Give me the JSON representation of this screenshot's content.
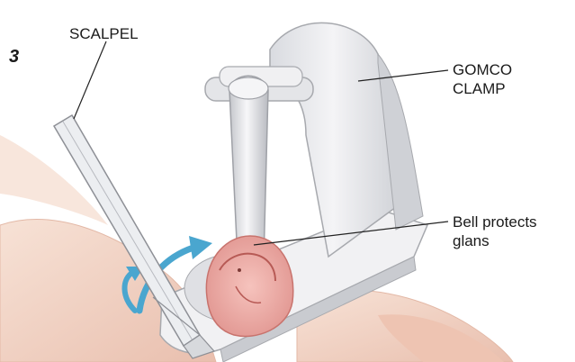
{
  "figure": {
    "step_number": "3",
    "labels": {
      "scalpel": "SCALPEL",
      "gomco_clamp": "GOMCO\nCLAMP",
      "bell": "Bell protects\nglans"
    }
  },
  "colors": {
    "background": "#ffffff",
    "skin": "#f3d6c8",
    "skin_shadow": "#e2b4a2",
    "clamp": "#ececef",
    "clamp_shadow": "#c9cbd0",
    "tissue": "#e79a9a",
    "arrow": "#4aa6cf",
    "leader_line": "#222222"
  }
}
